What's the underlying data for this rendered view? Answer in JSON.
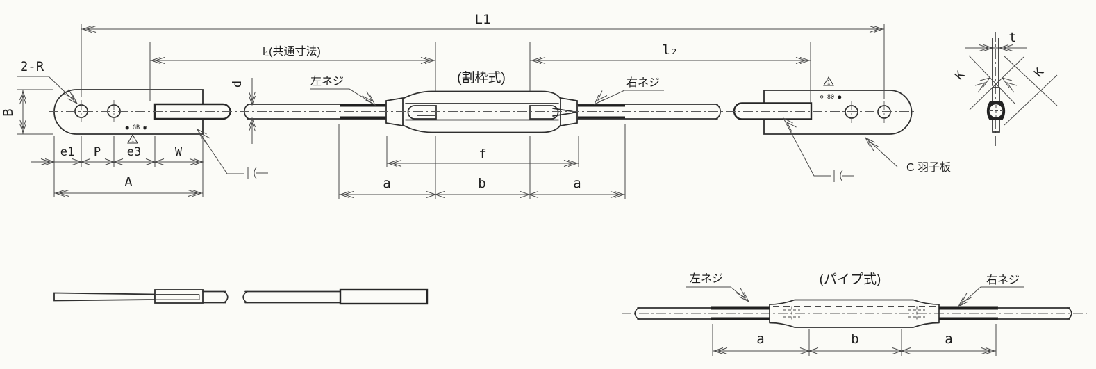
{
  "drawing": {
    "background": "#fbfbf7",
    "line_color": "#2f2f2f",
    "dim_color": "#4a4a4a"
  },
  "main_view": {
    "type_label": "(割枠式)",
    "dim_L1": "L1",
    "dim_l1": "l₁(共通寸法)",
    "dim_l2": "l₂",
    "label_2R": "2-R",
    "dim_B": "B",
    "dim_e1": "e1",
    "dim_P": "P",
    "dim_e3": "e3",
    "dim_W": "W",
    "dim_A": "A",
    "dim_d": "d",
    "callout_left_thread": "左ネジ",
    "callout_right_thread": "右ネジ",
    "dim_f": "f",
    "dim_a_left": "a",
    "dim_b": "b",
    "dim_a_right": "a",
    "callout_paddle": "C 羽子板",
    "stamp_left": "● GB ◉",
    "stamp_right": "⊛ 80 ●",
    "tri_mark_left": "1",
    "tri_mark_right": "1"
  },
  "end_view": {
    "dim_t": "t",
    "dim_K_left": "K",
    "dim_K_right": "K"
  },
  "pipe_view": {
    "type_label": "(パイプ式)",
    "callout_left_thread": "左ネジ",
    "callout_right_thread": "右ネジ",
    "dim_a_left": "a",
    "dim_b": "b",
    "dim_a_right": "a"
  }
}
